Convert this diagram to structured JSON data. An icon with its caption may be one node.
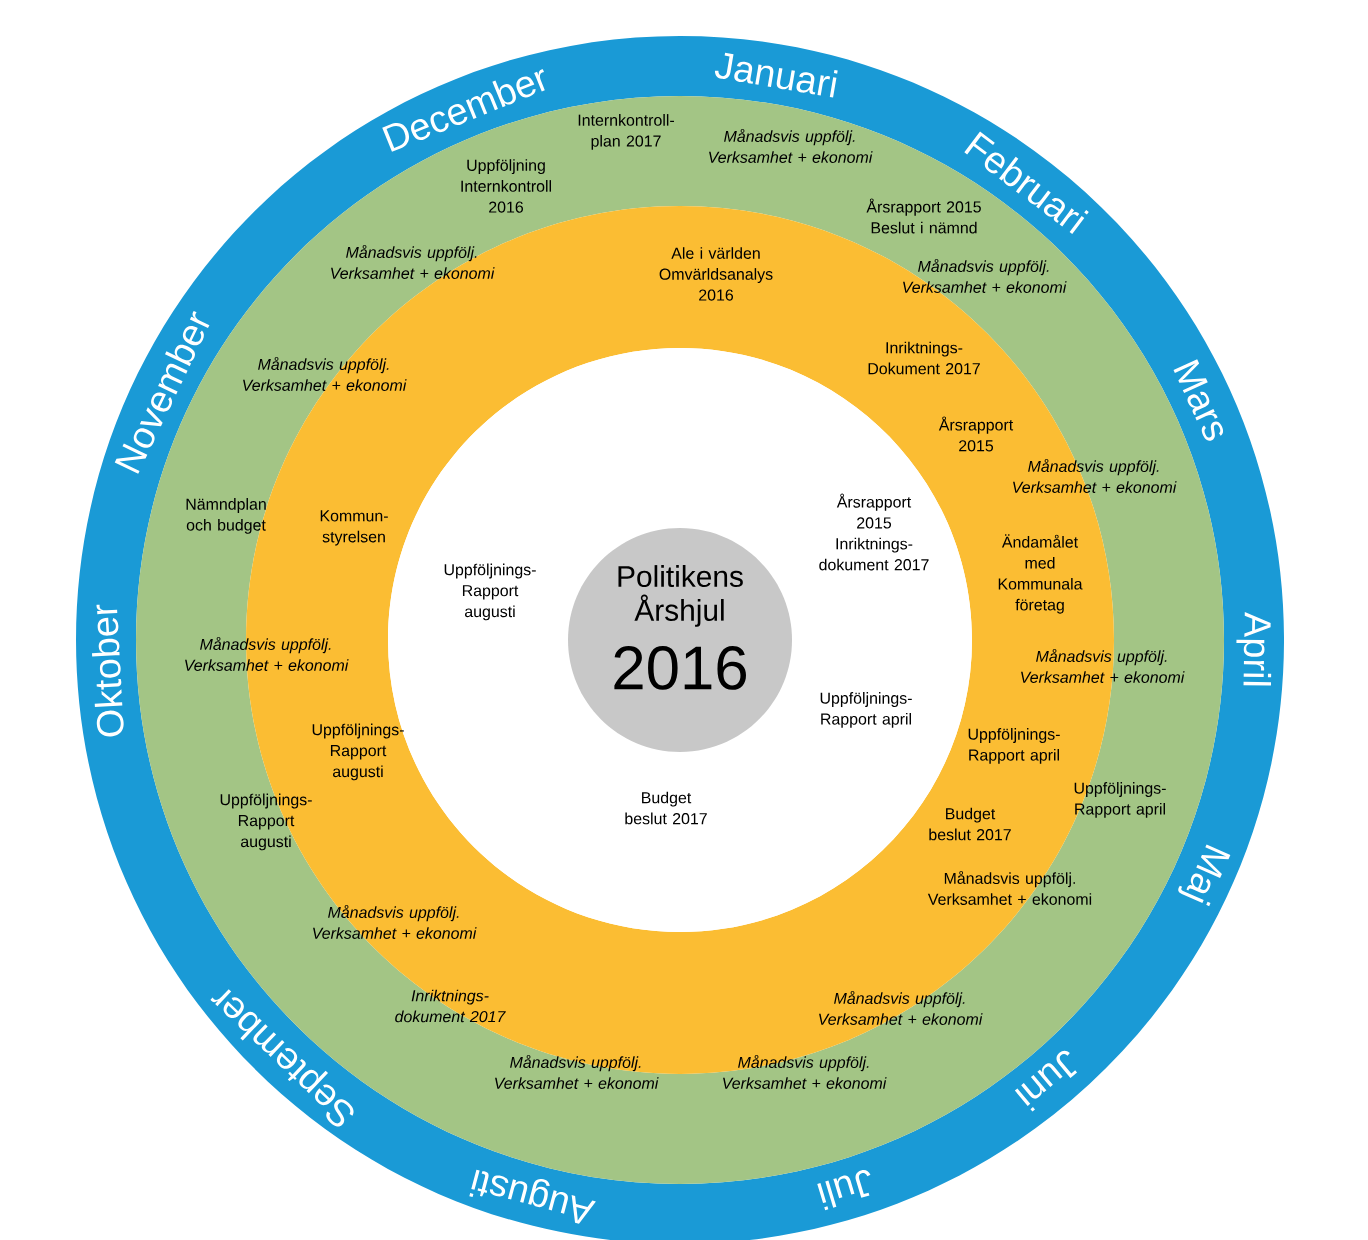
{
  "diagram": {
    "nodes": [
      {
        "text": [
          "Politikens Årshjul",
          "2016"
        ]
      }
    ],
    "labels": [
      "Januari",
      "December",
      "Internkontroll- plan 2017",
      "Månadsvis uppfölj. Verksamhet + ekonomi",
      "Februari",
      "Uppföljning Internkontroll 2016",
      "Årsrapport 2015 Beslut i nämnd",
      "Månadsvis uppfölj. Verksamhet + ekonomi",
      "Ale i världen Omvärldsanalys 2016",
      "Månadsvis uppfölj. Verksamhet + ekonomi",
      "Inriktnings- Dokument 2017",
      "Månadsvis uppfölj. Verksamhet + ekonomi",
      "Mars",
      "November",
      "Årsrapport 2015",
      "Månadsvis uppfölj. Verksamhet + ekonomi",
      "Nämndplan och budget",
      "Kommun- styrelsen",
      "Årsrapport 2015 Inriktnings- dokument 2017",
      "Ändamålet med Kommunala företag",
      "Uppföljnings- Rapport augusti",
      "April",
      "Oktober",
      "Månadsvis uppfölj. Verksamhet + ekonomi",
      "Månadsvis uppfölj. Verksamhet + ekonomi",
      "Uppföljnings- Rapport april",
      "Uppföljnings- Rapport augusti",
      "Uppföljnings- Rapport april",
      "Uppföljnings- Rapport april",
      "Budget beslut 2017",
      "Uppföljnings- Rapport augusti",
      "Budget beslut 2017",
      "Maj",
      "Månadsvis uppfölj. Verksamhet + ekonomi",
      "Månadsvis uppfölj. Verksamhet + ekonomi",
      "Inriktnings- dokument 2017",
      "Månadsvis uppfölj. Verksamhet + ekonomi",
      "September",
      "Juni",
      "Månadsvis uppfölj. Verksamhet + ekonomi",
      "Månadsvis uppfölj. Verksamhet + ekonomi",
      "Juli",
      "Augusti"
    ]
  }
}
